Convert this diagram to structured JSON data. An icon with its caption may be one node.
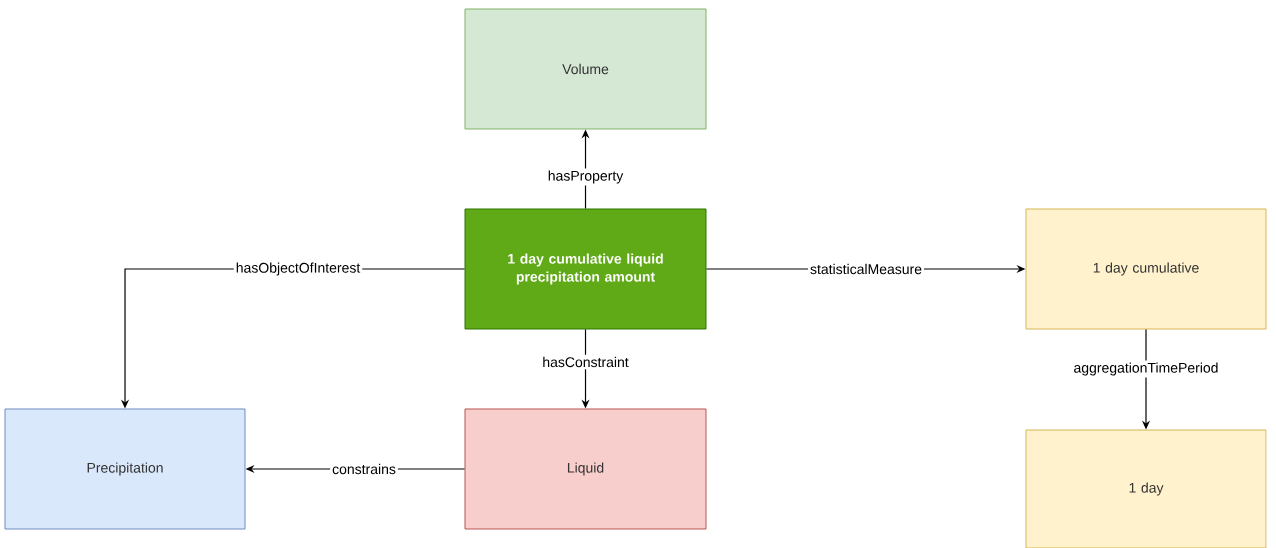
{
  "diagram": {
    "nodes": [
      {
        "text": [
          "Volume"
        ]
      },
      {
        "text": [
          "1 day cumulative liquid precipitation amount"
        ]
      },
      {
        "text": [
          "1 day cumulative"
        ]
      },
      {
        "text": [
          "Precipitation"
        ]
      },
      {
        "text": [
          "Liquid"
        ]
      },
      {
        "text": [
          "1 day"
        ]
      }
    ],
    "edges": [
      {
        "from": 1,
        "to": 0,
        "arrow": "to",
        "label": "hasProperty"
      },
      {
        "from": 1,
        "to": 3,
        "arrow": "to",
        "label": "hasObjectOfInterest"
      },
      {
        "from": 1,
        "to": 2,
        "arrow": "to",
        "label": "statisticalMeasure"
      },
      {
        "from": 1,
        "to": 4,
        "arrow": "to",
        "label": "hasConstraint"
      },
      {
        "from": 4,
        "to": 3,
        "arrow": "to",
        "label": "constrains"
      },
      {
        "from": 2,
        "to": 5,
        "arrow": "to",
        "label": "aggregationTimePeriod"
      }
    ]
  }
}
